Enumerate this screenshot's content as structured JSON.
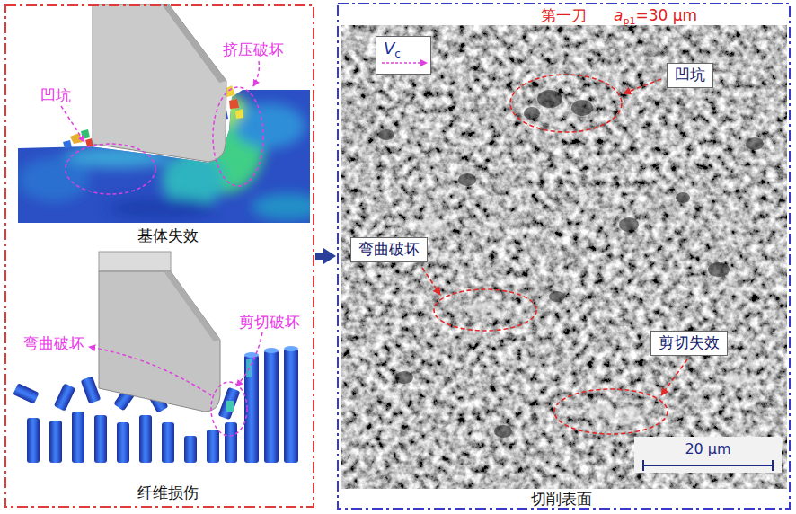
{
  "diagram": {
    "nodes": [
      {
        "text": [
          "基体失效",
          "纤维损伤"
        ]
      },
      {
        "text": [
          "第一刀",
          "切削表面"
        ]
      },
      {
        "text": [
          "V",
          "c"
        ],
        "in": 1
      },
      {
        "text": [
          "凹坑"
        ],
        "in": 1
      },
      {
        "text": [
          "弯曲破坏"
        ],
        "in": 1
      },
      {
        "text": [
          "剪切失效"
        ],
        "in": 1
      }
    ],
    "edges": [
      {
        "from": 0,
        "to": 1,
        "arrow": "to"
      }
    ],
    "labels": [
      "凹坑",
      "挤压破坏",
      "弯曲破坏",
      "剪切破坏",
      "a",
      "p1",
      "=30 μm",
      "20 μm"
    ]
  }
}
